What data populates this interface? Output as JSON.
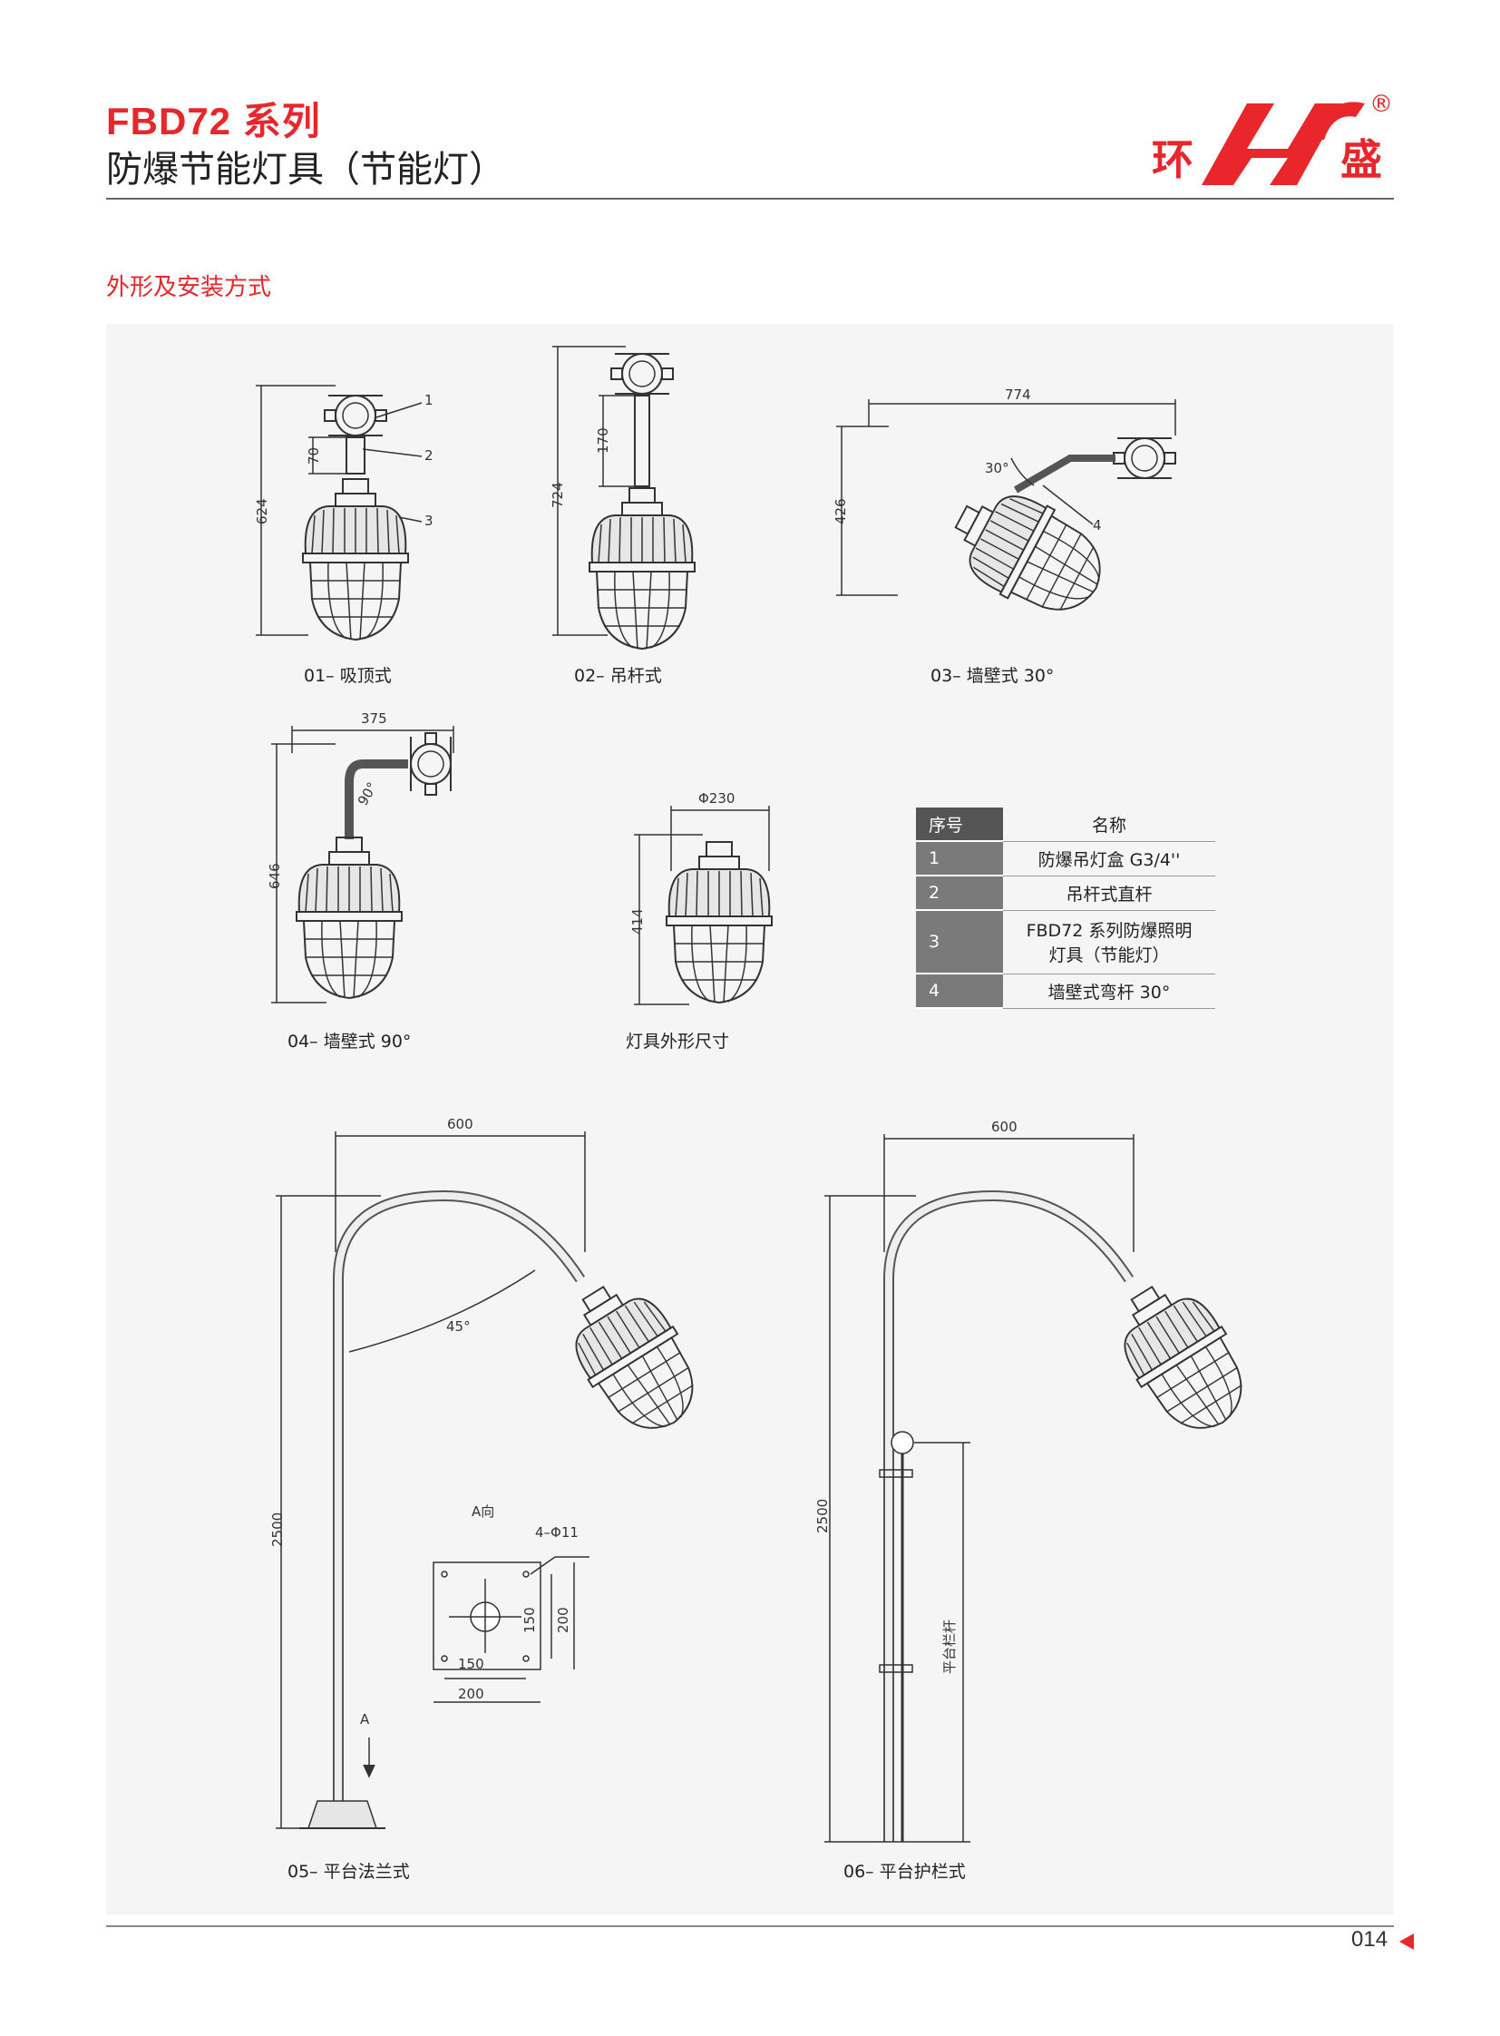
{
  "header": {
    "series_title": "FBD72 系列",
    "product_title": "防爆节能灯具（节能灯）"
  },
  "brand": {
    "left_char": "环",
    "right_char": "盛",
    "registered": "®",
    "color": "#e8262b"
  },
  "section_title": "外形及安装方式",
  "figures": {
    "f01": {
      "caption": "01– 吸顶式",
      "dim_height": "624",
      "dim_stem": "70",
      "callout_1": "1",
      "callout_2": "2",
      "callout_3": "3"
    },
    "f02": {
      "caption": "02– 吊杆式",
      "dim_height": "724",
      "dim_stem": "170"
    },
    "f03": {
      "caption": "03– 墙壁式 30°",
      "dim_width": "774",
      "dim_height": "426",
      "angle": "30°",
      "callout_4": "4"
    },
    "f04": {
      "caption": "04– 墙壁式 90°",
      "dim_width": "375",
      "dim_height": "646",
      "angle": "90°"
    },
    "f_size": {
      "caption": "灯具外形尺寸",
      "dim_diameter": "Φ230",
      "dim_height": "414"
    },
    "f05": {
      "caption": "05– 平台法兰式",
      "dim_width": "600",
      "dim_height": "2500",
      "angle": "45°",
      "view_label": "A向",
      "hole_label": "4–Φ11",
      "dim_150_v": "150",
      "dim_200_v": "200",
      "dim_150_h": "150",
      "dim_200_h": "200",
      "arrow_label": "A"
    },
    "f06": {
      "caption": "06– 平台护栏式",
      "dim_width": "600",
      "dim_height": "2500",
      "rail_label": "平台栏杆"
    }
  },
  "parts_table": {
    "headers": [
      "序号",
      "名称"
    ],
    "rows": [
      {
        "no": "1",
        "name": "防爆吊灯盒 G3/4''"
      },
      {
        "no": "2",
        "name": "吊杆式直杆"
      },
      {
        "no": "3",
        "name_line1": "FBD72 系列防爆照明",
        "name_line2": "灯具（节能灯）"
      },
      {
        "no": "4",
        "name": "墙壁式弯杆 30°"
      }
    ]
  },
  "page_number": "014"
}
